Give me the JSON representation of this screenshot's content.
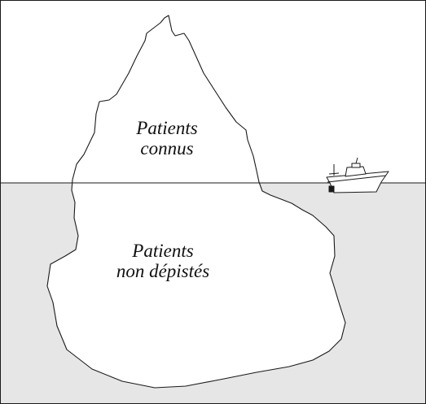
{
  "diagram": {
    "above_water_label": [
      "Patients",
      "connus"
    ],
    "below_water_label": [
      "Patients",
      "non dépistés"
    ],
    "colors": {
      "sky": "#ffffff",
      "water": "#e6e6e6",
      "iceberg_fill": "#ffffff",
      "line": "#1a1a1a"
    }
  }
}
